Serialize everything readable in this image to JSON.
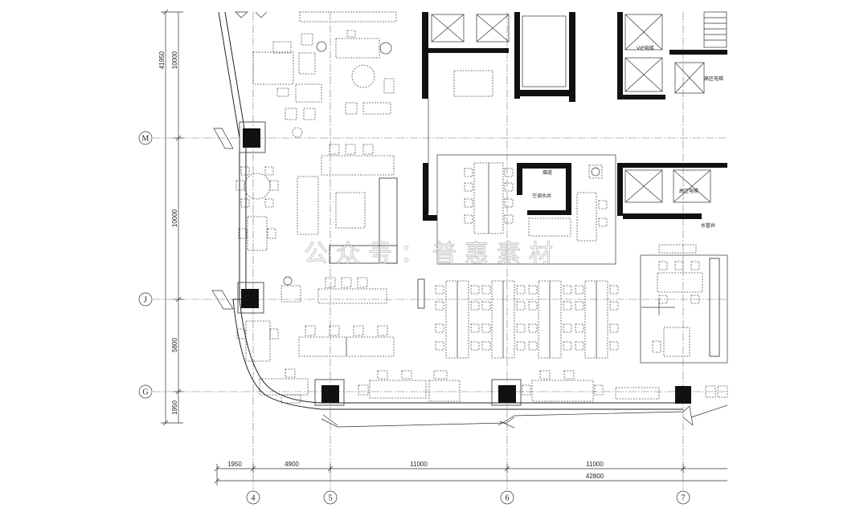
{
  "grid": {
    "rows": [
      {
        "label": "M"
      },
      {
        "label": "J"
      },
      {
        "label": "G"
      }
    ],
    "columns": [
      {
        "label": "4"
      },
      {
        "label": "5"
      },
      {
        "label": "6"
      },
      {
        "label": "7"
      }
    ]
  },
  "dimensions": {
    "left": {
      "overall": "41950",
      "segments": [
        "10000",
        "10000",
        "5800",
        "1950"
      ]
    },
    "bottom": {
      "overall": "42800",
      "segments": [
        "1950",
        "4900",
        "11000",
        "11000"
      ]
    }
  },
  "rooms": {
    "vip_elevator": "VIP电梯",
    "high_zone_elevator_1": "高区电梯",
    "high_zone_elevator_2": "高区电梯",
    "ac_shaft": "空调水井",
    "flue": "烟道",
    "water_pipe": "水管井"
  },
  "watermark": "公众号：普惠素材"
}
